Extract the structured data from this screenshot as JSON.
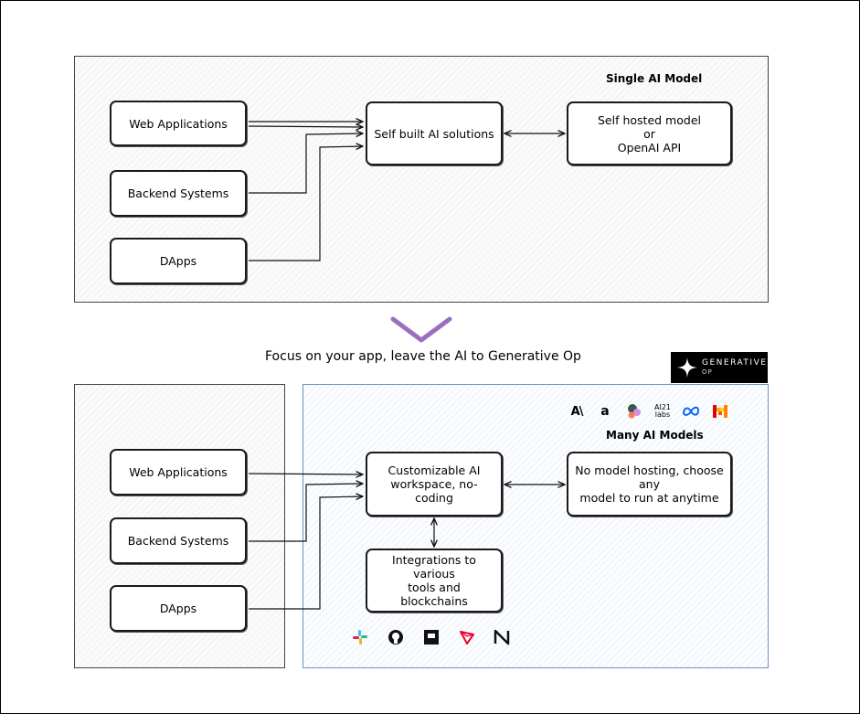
{
  "top": {
    "title": "Single AI Model",
    "sources": [
      "Web Applications",
      "Backend Systems",
      "DApps"
    ],
    "center": "Self built AI solutions",
    "model": "Self hosted model\nor\nOpenAI API"
  },
  "caption": "Focus on your app, leave the AI to Generative Op",
  "logo": {
    "line1": "GENERATIVE",
    "line2": "OP"
  },
  "bottom": {
    "title": "Many AI Models",
    "sources": [
      "Web Applications",
      "Backend Systems",
      "DApps"
    ],
    "center": "Customizable AI\nworkspace, no-coding",
    "model": "No model hosting, choose any\nmodel to run at anytime",
    "integrations": "Integrations to various\ntools and blockchains",
    "model_icons": [
      "anthropic-icon",
      "amazon-icon",
      "cohere-icon",
      "ai21-labs-icon",
      "meta-icon",
      "mistral-icon"
    ],
    "model_icon_text": {
      "ai21": "AI21\nlabs"
    },
    "tool_icons": [
      "slack-icon",
      "github-icon",
      "dark-square-icon",
      "tron-icon",
      "near-icon"
    ]
  },
  "colors": {
    "accent_chevron": "#9b6fc0",
    "blue_border": "#6d8fc7"
  }
}
